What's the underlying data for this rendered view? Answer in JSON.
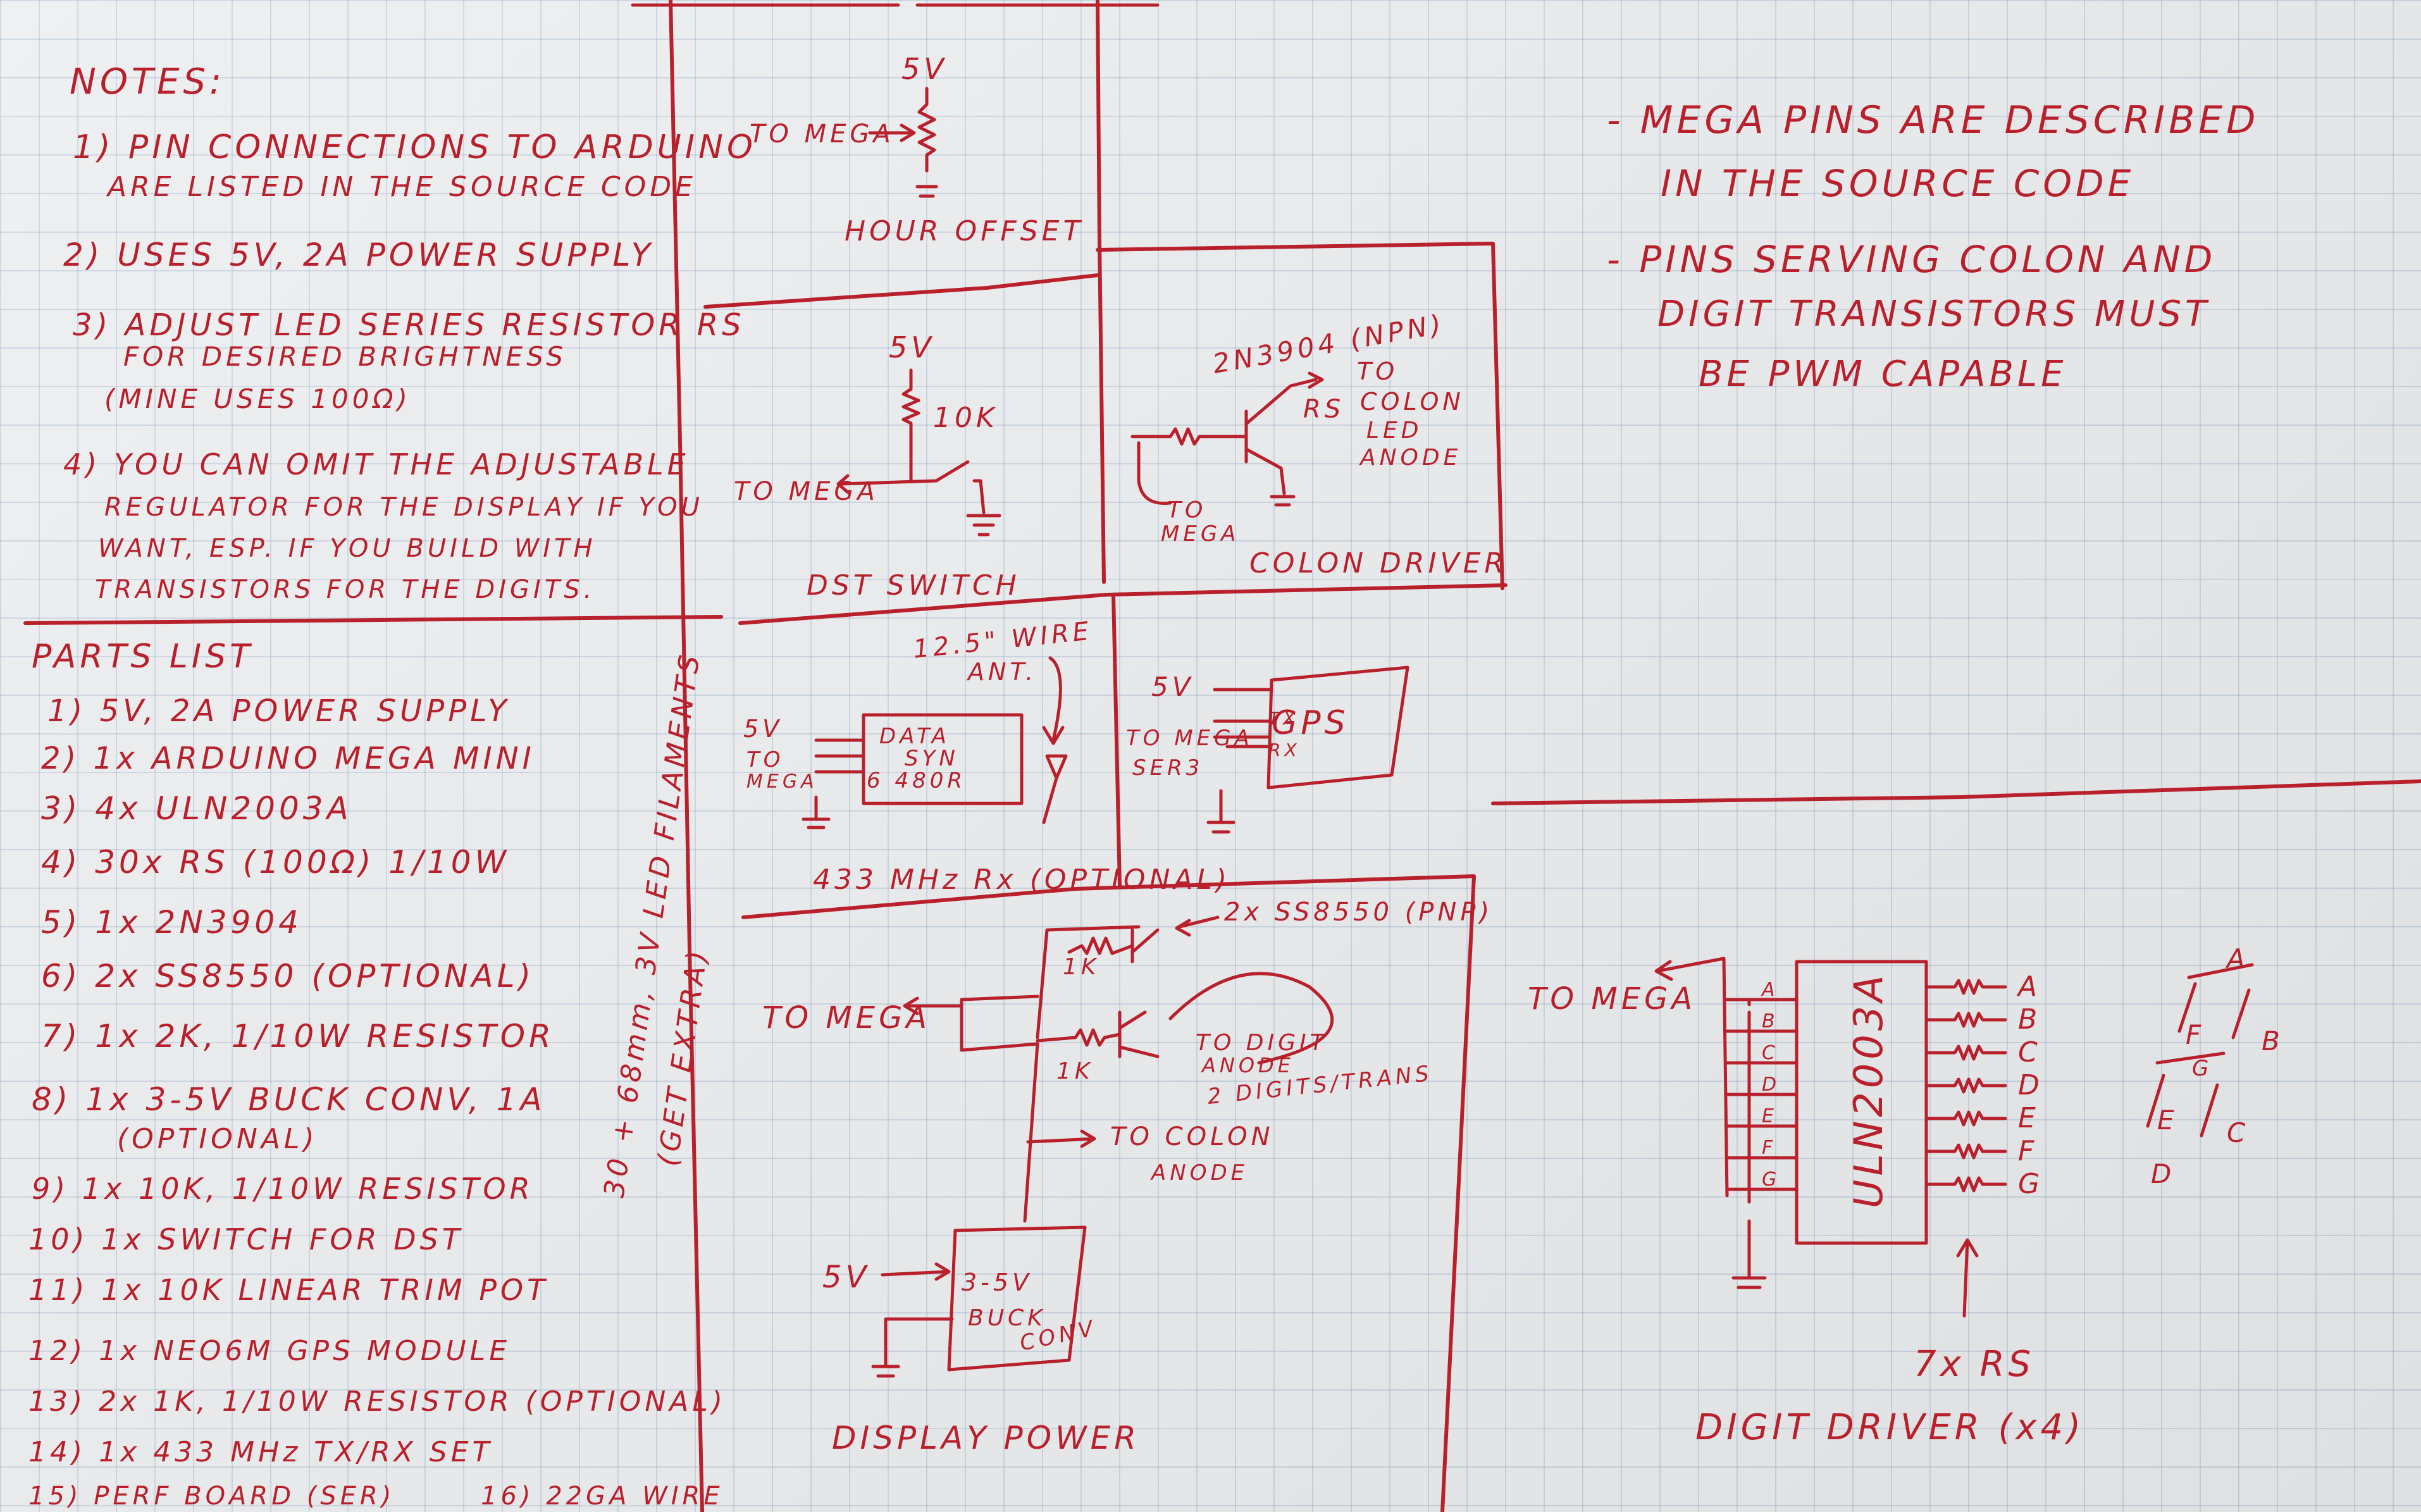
{
  "notes": {
    "heading": "NOTES:",
    "items": [
      [
        "1) PIN CONNECTIONS TO ARDUINO",
        "ARE LISTED IN THE SOURCE CODE"
      ],
      [
        "2) USES 5V, 2A POWER SUPPLY"
      ],
      [
        "3) ADJUST LED SERIES RESISTOR RS",
        "FOR DESIRED BRIGHTNESS",
        "(MINE USES 100Ω)"
      ],
      [
        "4) YOU CAN OMIT THE ADJUSTABLE",
        "REGULATOR FOR THE DISPLAY IF YOU",
        "WANT, ESP. IF YOU BUILD WITH",
        "TRANSISTORS FOR THE DIGITS."
      ]
    ]
  },
  "parts": {
    "heading": "PARTS LIST",
    "items": [
      "1) 5V, 2A POWER SUPPLY",
      "2) 1x ARDUINO MEGA MINI",
      "3) 4x ULN2003A",
      "4) 30x RS (100Ω) 1/10W",
      "5) 1x 2N3904",
      "6) 2x SS8550 (OPTIONAL)",
      "7) 1x 2K, 1/10W RESISTOR",
      "8) 1x 3-5V BUCK CONV, 1A",
      "(OPTIONAL)",
      "9) 1x 10K, 1/10W RESISTOR",
      "10) 1x SWITCH FOR DST",
      "11) 1x 10K LINEAR TRIM POT",
      "12) 1x NEO6M GPS MODULE",
      "13) 2x 1K, 1/10W RESISTOR (OPTIONAL)",
      "14) 1x 433 MHz TX/RX SET",
      "15) PERF BOARD (SER)",
      "16) 22GA WIRE"
    ],
    "side_note_1": "30 + 68mm, 3V LED FILAMENTS",
    "side_note_2": "(GET EXTRA)"
  },
  "hour_offset": {
    "v5": "5V",
    "to_mega": "TO MEGA",
    "title": "HOUR OFFSET"
  },
  "dst_switch": {
    "v5": "5V",
    "r": "10K",
    "to_mega": "TO MEGA",
    "title": "DST SWITCH"
  },
  "colon_driver": {
    "part": "2N3904 (NPN)",
    "rs": "RS",
    "to_colon_1": "TO",
    "to_colon_2": "COLON",
    "to_colon_3": "LED",
    "to_colon_4": "ANODE",
    "to_mega_1": "TO",
    "to_mega_2": "MEGA",
    "title": "COLON DRIVER"
  },
  "rx": {
    "ant_1": "12.5\" WIRE",
    "ant_2": "ANT.",
    "v5": "5V",
    "to_mega_1": "TO",
    "to_mega_2": "MEGA",
    "module_1": "DATA",
    "module_2": "SYN",
    "module_3": "6 480R",
    "title": "433 MHz Rx (OPTIONAL)"
  },
  "gps": {
    "v5": "5V",
    "to_mega_1": "TO MEGA",
    "to_mega_2": "SER3",
    "tx": "TX",
    "rx": "RX",
    "label": "GPS"
  },
  "display_power": {
    "part": "2x SS8550 (PNP)",
    "to_mega": "TO MEGA",
    "r1": "1K",
    "r2": "1K",
    "to_digit_1": "TO DIGIT",
    "to_digit_2": "ANODE",
    "to_digit_3": "2 DIGITS/TRANS",
    "to_colon_1": "TO COLON",
    "to_colon_2": "ANODE",
    "v5": "5V",
    "buck_1": "3-5V",
    "buck_2": "BUCK",
    "buck_3": "CONV",
    "title": "DISPLAY POWER"
  },
  "right_notes": {
    "line1": "- MEGA PINS ARE DESCRIBED",
    "line2": "IN THE SOURCE CODE",
    "line3": "- PINS SERVING COLON AND",
    "line4": "DIGIT TRANSISTORS MUST",
    "line5": "BE PWM CAPABLE"
  },
  "digit_driver": {
    "to_mega": "TO MEGA",
    "chip": "ULN2003A",
    "inputs": [
      "A",
      "B",
      "C",
      "D",
      "E",
      "F",
      "G"
    ],
    "outputs": [
      "A",
      "B",
      "C",
      "D",
      "E",
      "F",
      "G"
    ],
    "rs": "7x RS",
    "title": "DIGIT DRIVER (x4)"
  },
  "segments": {
    "a": "A",
    "b": "B",
    "c": "C",
    "d": "D",
    "e": "E",
    "f": "F",
    "g": "G"
  }
}
